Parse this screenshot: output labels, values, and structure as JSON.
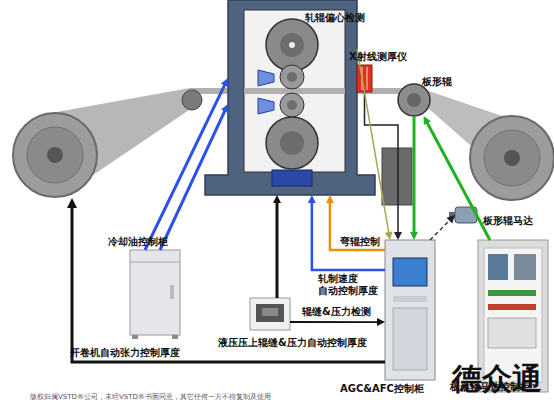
{
  "diagram": {
    "nodes": [
      {
        "text": [
          "轧辊偏心检测"
        ]
      },
      {
        "text": [
          "X射线测厚仪"
        ]
      },
      {
        "text": [
          "板形辊"
        ]
      },
      {
        "text": [
          "冷却油控制柜"
        ]
      },
      {
        "text": [
          "AGC&AFC控制柜"
        ]
      },
      {
        "text": [
          "液压压上辊缝&压力自动控制厚度"
        ]
      },
      {
        "text": [
          "板形辊马达"
        ]
      },
      {
        "text": [
          "板形辊马达控制柜"
        ]
      }
    ],
    "edges": [
      {
        "from": 3,
        "to": 0,
        "arrow": "to"
      },
      {
        "from": 3,
        "to": 0,
        "arrow": "to"
      },
      {
        "from": 4,
        "to": 0,
        "label": "弯辊控制",
        "arrow": "to"
      },
      {
        "from": 4,
        "to": 0,
        "label": "轧制速度 自动控制厚度",
        "arrow": "to"
      },
      {
        "from": 5,
        "to": 0,
        "arrow": "to"
      },
      {
        "from": 5,
        "to": 4,
        "label": "辊缝&压力检测",
        "arrow": "to"
      },
      {
        "from": 1,
        "to": 4,
        "arrow": "to"
      },
      {
        "from": 2,
        "to": 4,
        "arrow": "to"
      },
      {
        "from": 7,
        "to": 2,
        "arrow": "to"
      },
      {
        "from": 4,
        "to": 6,
        "arrow": "to"
      },
      {
        "from": 0,
        "to": 4,
        "arrow": "to"
      }
    ],
    "labels": [
      "开卷机自动张力控制厚度",
      "德众通",
      "版权归属VSTD®公司，未经VSTD®书面同意，其它任何一方不得复制及使用"
    ]
  }
}
